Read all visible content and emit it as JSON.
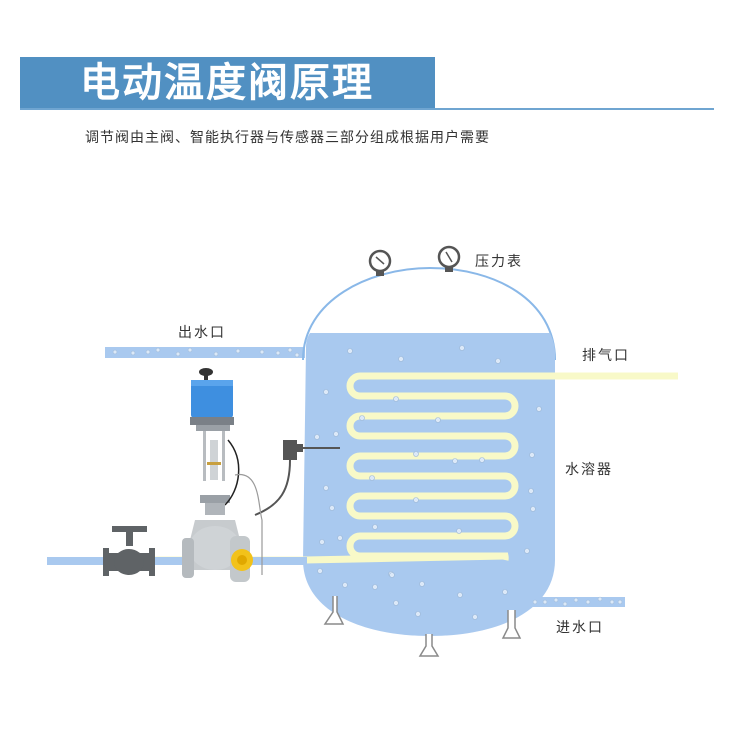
{
  "header": {
    "title": "电动温度阀原理",
    "subtitle": "调节阀由主阀、智能执行器与传感器三部分组成根据用户需要"
  },
  "diagram": {
    "labels": {
      "pressure_gauge": "压力表",
      "water_outlet": "出水口",
      "exhaust_port": "排气口",
      "water_tank": "水溶器",
      "water_inlet": "进水口"
    },
    "colors": {
      "title_band": "#5190c2",
      "tank_water": "#a9c9ef",
      "tank_outline": "#7fb0e6",
      "coil": "#f8f9c8",
      "pipe": "#a9c9ef",
      "valve_gray": "#5f6366",
      "actuator_blue": "#3e8fe0"
    }
  }
}
